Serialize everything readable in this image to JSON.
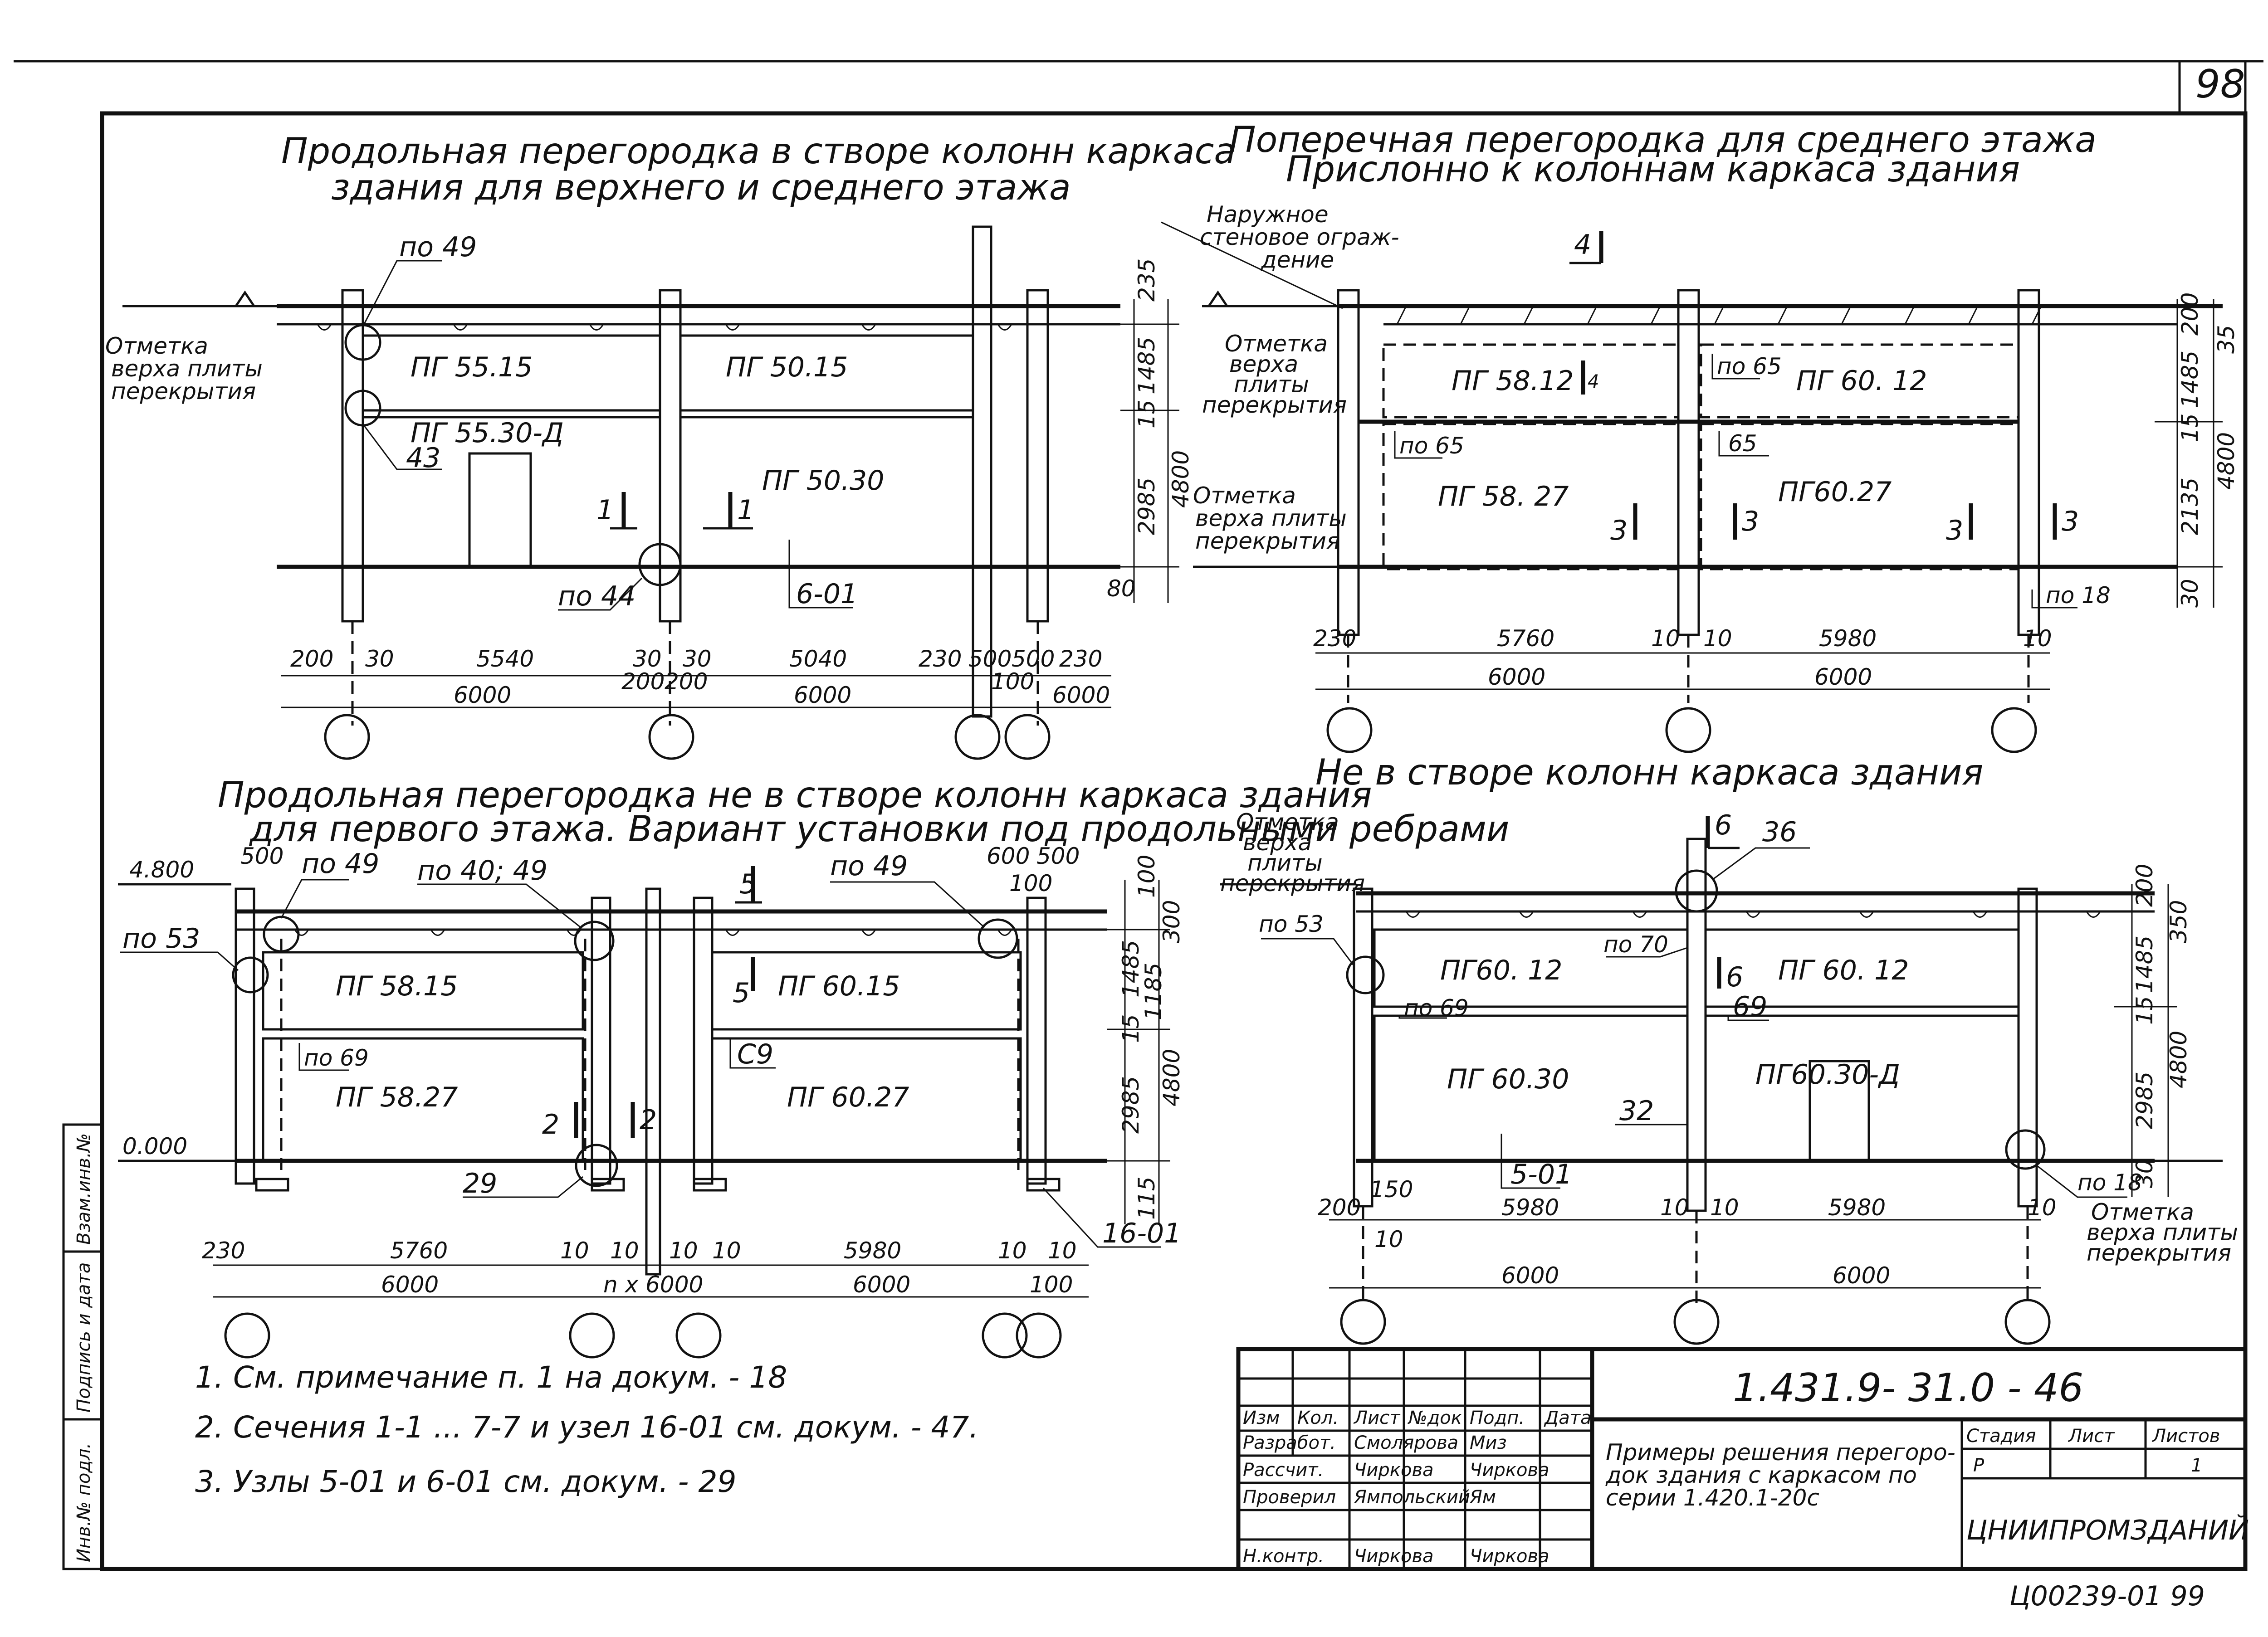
{
  "sheet": {
    "page_number": "98",
    "stamp_bottom": "Ц00239-01 99",
    "side_stamp": [
      "Инв.№ подл.",
      "Подпись и дата",
      "Взам.инв.№"
    ]
  },
  "views": {
    "top_left": {
      "title_l1": "Продольная перегородка в створе колонн каркаса",
      "title_l2": "здания для верхнего и среднего этажа",
      "level_label_l1": "Отметка",
      "level_label_l2": "верха плиты",
      "level_label_l3": "перекрытия",
      "panels": [
        "ПГ 55.15",
        "ПГ 50.15",
        "ПГ 55.30-Д",
        "ПГ 50.30"
      ],
      "callouts": [
        "по 49",
        "43",
        "по 44",
        "6-01"
      ],
      "section_marks": [
        "1",
        "1"
      ],
      "dims_bottom": [
        "200",
        "30",
        "5540",
        "30",
        "30",
        "5040",
        "230",
        "500",
        "500",
        "230"
      ],
      "dims_bottom_2": [
        "200",
        "200",
        "100"
      ],
      "dims_spans": [
        "6000",
        "6000",
        "6000"
      ],
      "dims_right": [
        "235",
        "1485",
        "15",
        "2985",
        "4800",
        "80"
      ]
    },
    "top_right": {
      "title_l1": "Поперечная перегородка для среднего этажа",
      "title_l2": "Прислонно к колоннам каркаса здания",
      "wall_label_l1": "Наружное",
      "wall_label_l2": "стеновое ограж-",
      "wall_label_l3": "дение",
      "level_label_a_l1": "Отметка",
      "level_label_a_l2": "верха",
      "level_label_a_l3": "плиты",
      "level_label_a_l4": "перекрытия",
      "level_label_b_l1": "Отметка",
      "level_label_b_l2": "верха плиты",
      "level_label_b_l3": "перекрытия",
      "panels": [
        "ПГ 58.12",
        "ПГ 60. 12",
        "ПГ 58. 27",
        "ПГ60.27"
      ],
      "callouts": [
        "по 65",
        "по 65",
        "65",
        "по 18"
      ],
      "section_marks": [
        "4",
        "4",
        "3",
        "3",
        "3",
        "3"
      ],
      "dims_bottom": [
        "230",
        "5760",
        "10",
        "10",
        "5980",
        "10"
      ],
      "dims_spans": [
        "6000",
        "6000"
      ],
      "dims_right": [
        "200",
        "1485",
        "15",
        "2135",
        "4800",
        "35",
        "30"
      ]
    },
    "bottom_left": {
      "title_l1": "Продольная перегородка не в створе колонн каркаса здания",
      "title_l2": "для первого этажа. Вариант установки под продольными ребрами",
      "levels": [
        "4.800",
        "0.000"
      ],
      "panels": [
        "ПГ 58.15",
        "ПГ 60.15",
        "ПГ 58.27",
        "ПГ 60.27"
      ],
      "callouts": [
        "500",
        "по 49",
        "по 40; 49",
        "по 49",
        "600",
        "500",
        "100",
        "по 53",
        "по 69",
        "С9",
        "29",
        "16-01"
      ],
      "section_marks": [
        "5",
        "5",
        "2",
        "2"
      ],
      "dims_bottom": [
        "230",
        "5760",
        "10",
        "10",
        "10",
        "10",
        "5980",
        "10",
        "10"
      ],
      "dims_spans": [
        "6000",
        "n x 6000",
        "6000",
        "100"
      ],
      "dims_right": [
        "100",
        "300",
        "1485",
        "15",
        "1185",
        "2985",
        "4800",
        "115"
      ]
    },
    "bottom_right": {
      "title": "Не в створе колонн каркаса здания",
      "level_label_a_l1": "Отметка",
      "level_label_a_l2": "верха",
      "level_label_a_l3": "плиты",
      "level_label_a_l4": "перекрытия",
      "level_label_b_l1": "Отметка",
      "level_label_b_l2": "верха плиты",
      "level_label_b_l3": "перекрытия",
      "panels": [
        "ПГ60. 12",
        "ПГ 60. 12",
        "ПГ 60.30",
        "ПГ60.30-Д"
      ],
      "callouts": [
        "6",
        "36",
        "по 53",
        "по 70",
        "6",
        "по 69",
        "69",
        "32",
        "5-01",
        "по 18"
      ],
      "dims_bottom": [
        "200",
        "150",
        "5980",
        "10",
        "10",
        "5980",
        "10",
        "10"
      ],
      "dims_spans": [
        "6000",
        "6000"
      ],
      "dims_right": [
        "200",
        "350",
        "1485",
        "15",
        "2985",
        "4800",
        "30"
      ]
    }
  },
  "notes": [
    "1. См. примечание п. 1 на докум. - 18",
    "2. Сечения 1-1 ... 7-7 и узел 16-01 см. докум. - 47.",
    "3. Узлы 5-01 и 6-01 см. докум. - 29"
  ],
  "title_block": {
    "code": "1.431.9- 31.0 - 46",
    "description_l1": "Примеры решения перегоро-",
    "description_l2": "док здания с каркасом по",
    "description_l3": "серии 1.420.1-20с",
    "org": "ЦНИИПРОМЗДАНИЙ",
    "col_headers": [
      "Изм",
      "Кол.",
      "Лист",
      "№док",
      "Подп.",
      "Дата"
    ],
    "rows": [
      {
        "role": "Разработ.",
        "name": "Смолярова",
        "sign": "Миз"
      },
      {
        "role": "Рассчит.",
        "name": "Чиркова",
        "sign": "Чиркова"
      },
      {
        "role": "Проверил",
        "name": "Ямпольский",
        "sign": "Ям"
      },
      {
        "role": "Н.контр.",
        "name": "Чиркова",
        "sign": "Чиркова"
      }
    ],
    "stage_headers": [
      "Стадия",
      "Лист",
      "Листов"
    ],
    "stage_values": [
      "Р",
      "",
      "1"
    ]
  }
}
